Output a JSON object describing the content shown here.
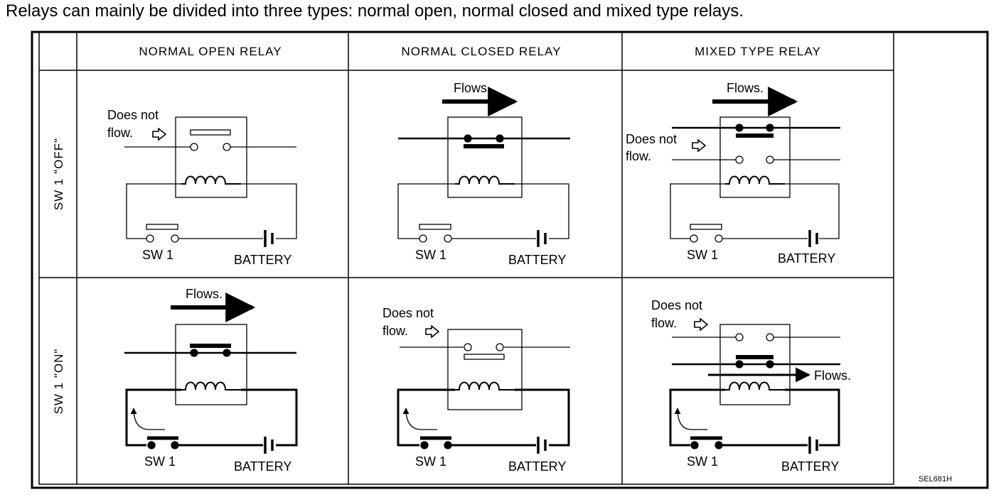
{
  "caption": "Relays can mainly be divided into three types: normal open, normal closed and mixed type relays.",
  "columns": {
    "normal_open": "NORMAL OPEN RELAY",
    "normal_closed": "NORMAL CLOSED RELAY",
    "mixed": "MIXED TYPE RELAY"
  },
  "rows": {
    "off": "SW 1 \"OFF\"",
    "on": "SW 1 \"ON\""
  },
  "labels": {
    "flows": "Flows.",
    "does_not": "Does not",
    "flow": "flow.",
    "does_not_inline": "Does not",
    "switch": "SW 1",
    "battery": "BATTERY"
  },
  "figure_code": "SEL681H"
}
